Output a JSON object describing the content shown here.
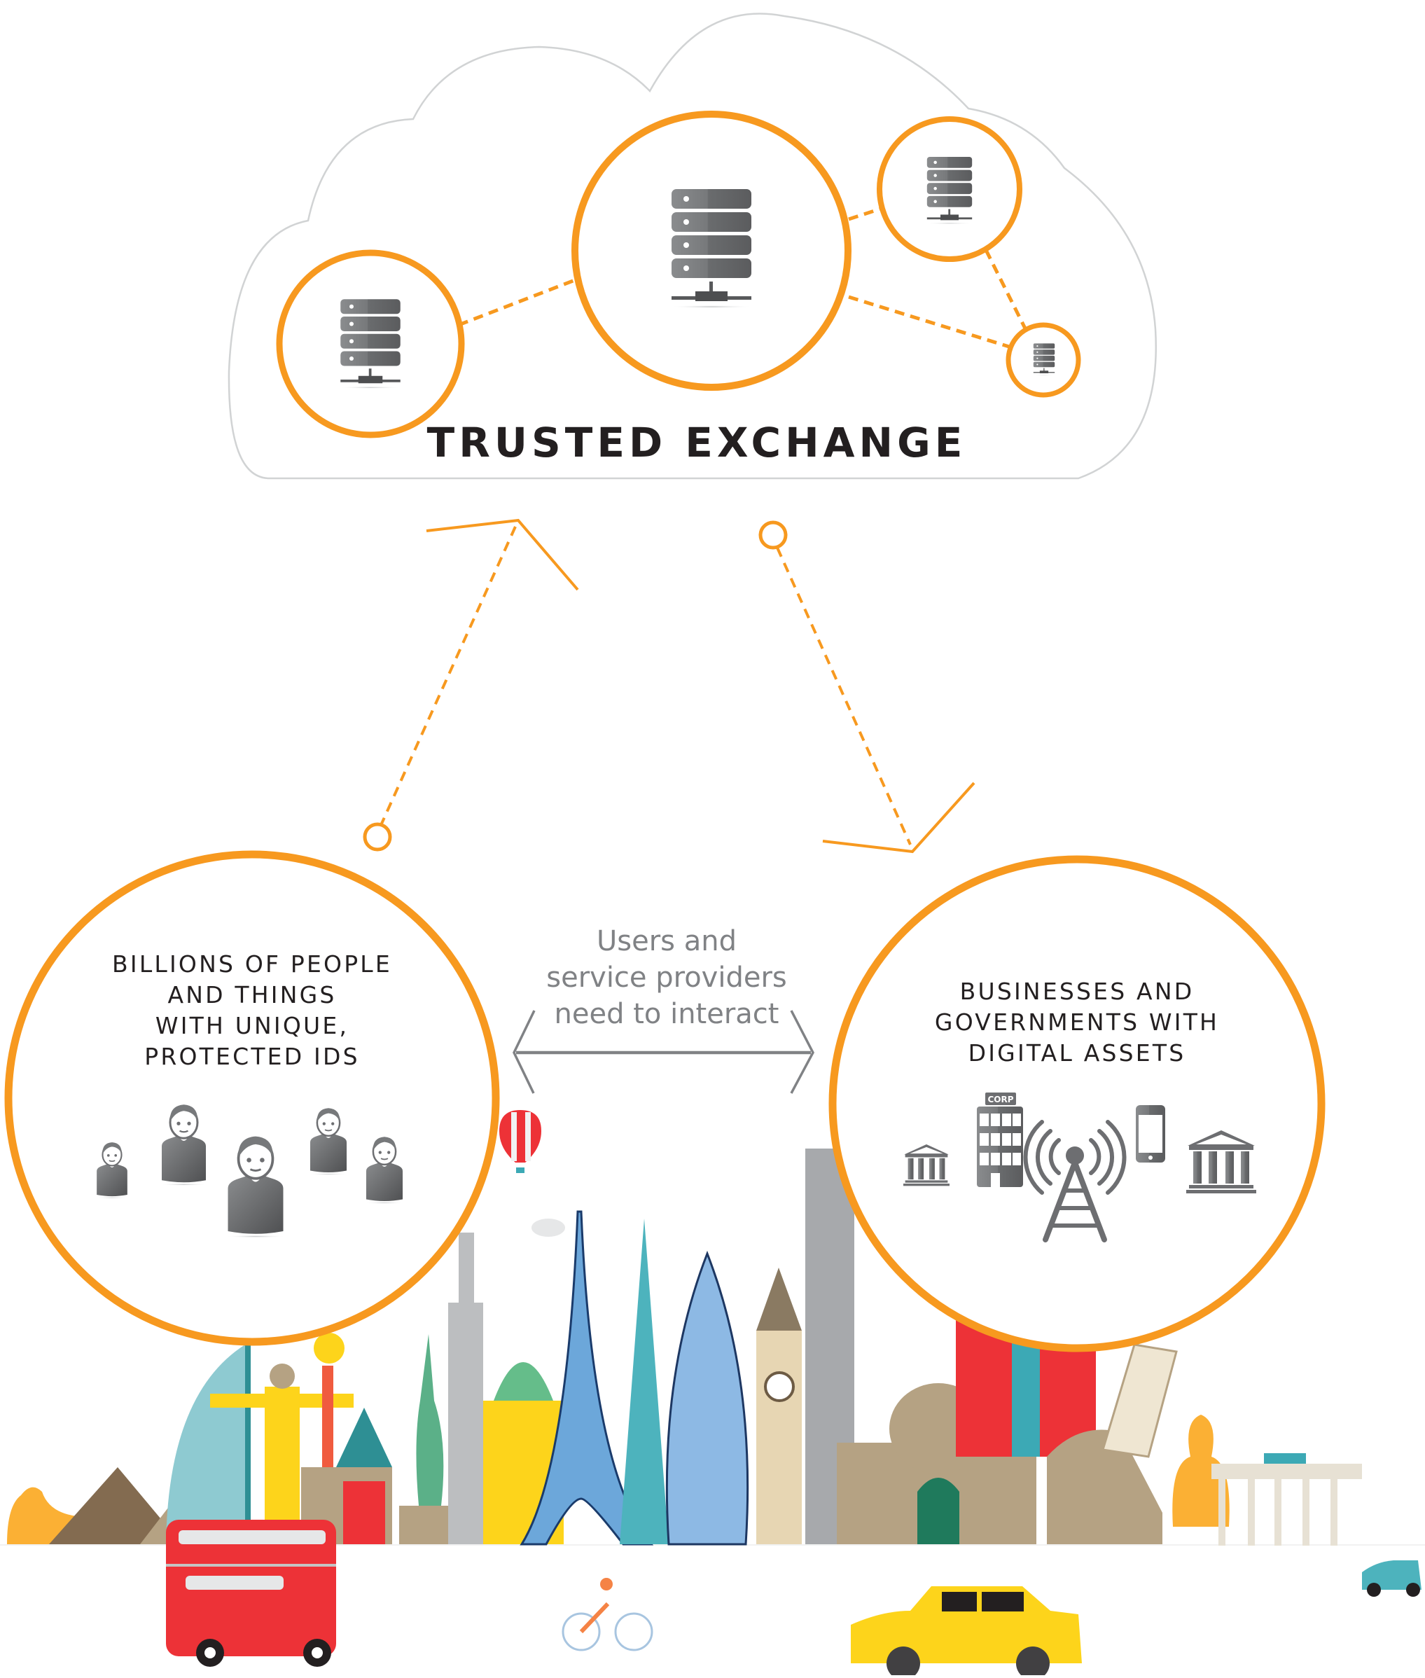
{
  "colors": {
    "accent": "#F7991F",
    "icon_gray": "#6d6e71",
    "text_dark": "#231f20",
    "text_gray": "#808285",
    "cloud_outline": "#d1d3d4"
  },
  "cloud": {
    "title": "TRUSTED EXCHANGE",
    "nodes": [
      {
        "name": "server-central",
        "icon": "server-icon"
      },
      {
        "name": "server-left",
        "icon": "server-icon"
      },
      {
        "name": "server-top-right",
        "icon": "server-icon"
      },
      {
        "name": "server-small",
        "icon": "server-icon"
      }
    ]
  },
  "left_panel": {
    "lines": [
      "BILLIONS OF PEOPLE",
      "AND THINGS",
      "WITH UNIQUE,",
      "PROTECTED IDS"
    ],
    "icons": [
      "person-icon",
      "person-icon",
      "person-icon",
      "person-icon",
      "person-icon"
    ]
  },
  "right_panel": {
    "lines": [
      "BUSINESSES AND",
      "GOVERNMENTS WITH",
      "DIGITAL ASSETS"
    ],
    "icons": [
      "bank-icon",
      "corporate-building-icon",
      "antenna-tower-icon",
      "smartphone-icon",
      "government-building-icon"
    ],
    "corp_sign": "CORP"
  },
  "interaction": {
    "lines": [
      "Users and",
      "service providers",
      "need to interact"
    ]
  },
  "skyline": {
    "landmarks": [
      "sphinx",
      "pyramids",
      "burj-al-arab",
      "christ-the-redeemer",
      "red-double-decker-bus",
      "statue-of-liberty",
      "empire-state-building",
      "capitol-dome",
      "eiffel-tower",
      "shard",
      "gherkin",
      "big-ben",
      "petronas-towers",
      "taj-mahal",
      "hindu-temple",
      "colosseum",
      "leaning-tower-of-pisa",
      "buddha",
      "brandenburg-gate",
      "yellow-taxi",
      "blue-car",
      "cyclist",
      "hot-air-balloon"
    ]
  }
}
